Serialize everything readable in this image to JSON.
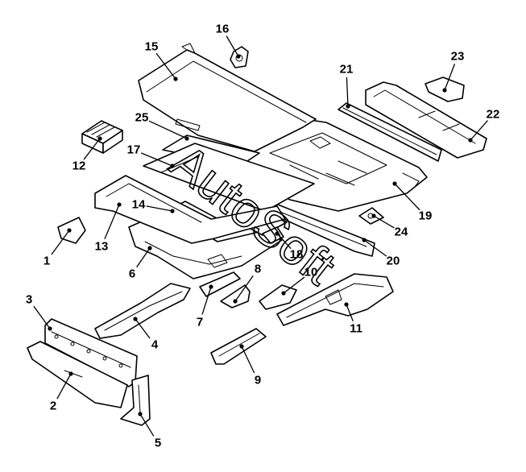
{
  "diagram": {
    "watermark": "AutoSoft",
    "callouts": [
      {
        "id": "c1",
        "label": "1"
      },
      {
        "id": "c2",
        "label": "2"
      },
      {
        "id": "c3",
        "label": "3"
      },
      {
        "id": "c4",
        "label": "4"
      },
      {
        "id": "c5",
        "label": "5"
      },
      {
        "id": "c6",
        "label": "6"
      },
      {
        "id": "c7",
        "label": "7"
      },
      {
        "id": "c8",
        "label": "8"
      },
      {
        "id": "c9",
        "label": "9"
      },
      {
        "id": "c10",
        "label": "10"
      },
      {
        "id": "c11",
        "label": "11"
      },
      {
        "id": "c12",
        "label": "12"
      },
      {
        "id": "c13",
        "label": "13"
      },
      {
        "id": "c14",
        "label": "14"
      },
      {
        "id": "c15",
        "label": "15"
      },
      {
        "id": "c16",
        "label": "16"
      },
      {
        "id": "c17",
        "label": "17"
      },
      {
        "id": "c18",
        "label": "18"
      },
      {
        "id": "c19",
        "label": "19"
      },
      {
        "id": "c20",
        "label": "20"
      },
      {
        "id": "c21",
        "label": "21"
      },
      {
        "id": "c22",
        "label": "22"
      },
      {
        "id": "c23",
        "label": "23"
      },
      {
        "id": "c24",
        "label": "24"
      },
      {
        "id": "c25",
        "label": "25"
      }
    ]
  }
}
